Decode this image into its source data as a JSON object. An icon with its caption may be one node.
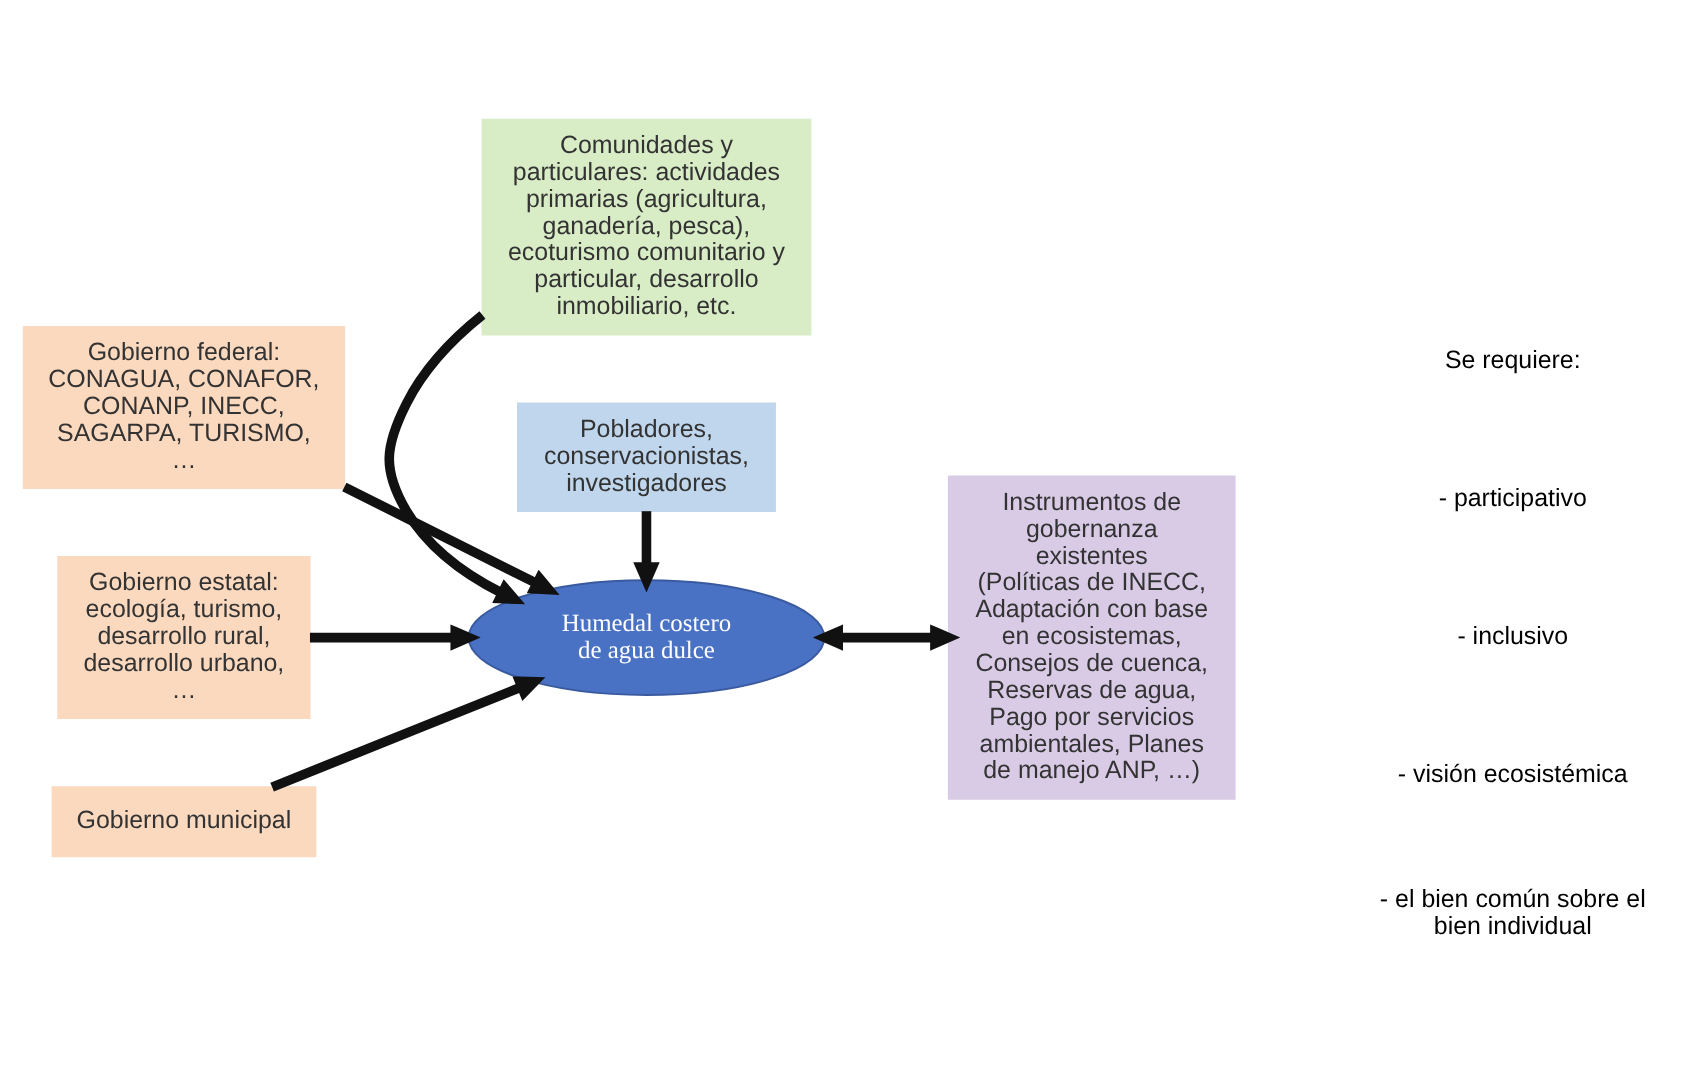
{
  "diagram": {
    "nodes": [
      {
        "text": [
          "Gobierno federal: CONAGUA, CONAFOR, CONANP, INECC, SAGARPA, TURISMO, …"
        ]
      },
      {
        "text": [
          "Comunidades y particulares: actividades primarias (agricultura, ganadería, pesca), ecoturismo comunitario y particular, desarrollo inmobiliario, etc."
        ]
      },
      {
        "text": [
          "Gobierno estatal: ecología, turismo, desarrollo rural, desarrollo urbano, …"
        ]
      },
      {
        "text": [
          "Humedal costero de agua dulce"
        ]
      },
      {
        "text": [
          "Instrumentos de gobernanza existentes (Políticas de INECC, Adaptación con base en ecosistemas, Consejos de cuenca, Reservas de agua, Pago por servicios ambientales, Planes de manejo ANP, …)"
        ]
      },
      {
        "text": [
          "Gobierno municipal"
        ]
      },
      {
        "text": [
          "Pobladores, conservacionistas, investigadores"
        ]
      }
    ],
    "edges": [
      {
        "from": 0,
        "to": 3,
        "arrow": "to"
      },
      {
        "from": 1,
        "to": 3,
        "arrow": "to"
      },
      {
        "from": 2,
        "to": 3,
        "arrow": "to"
      },
      {
        "from": 3,
        "to": 4,
        "arrow": "both"
      },
      {
        "from": 5,
        "to": 3,
        "arrow": "to"
      },
      {
        "from": 6,
        "to": 3,
        "arrow": "to"
      }
    ],
    "labels": [
      "Se requiere:",
      "- participativo",
      "- inclusivo",
      "- visión ecosistémica",
      "- el bien común sobre el bien individual"
    ]
  }
}
